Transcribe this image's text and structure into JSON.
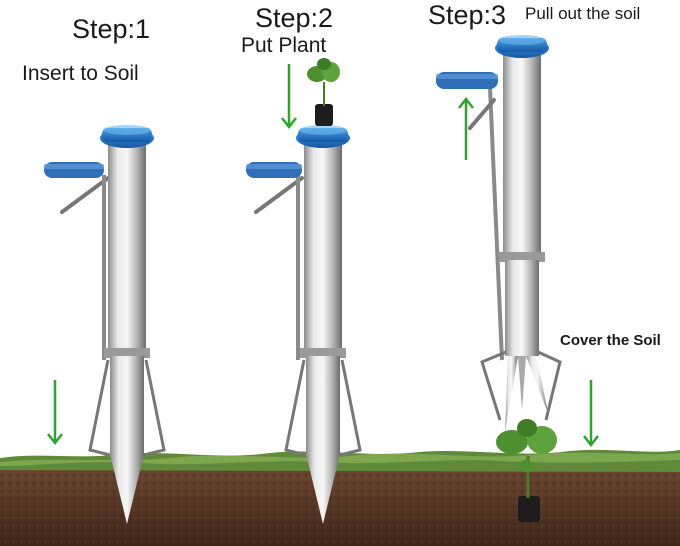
{
  "steps": [
    {
      "title": "Step:1",
      "caption": "Insert to Soil"
    },
    {
      "title": "Step:2",
      "caption": "Put Plant"
    },
    {
      "title": "Step:3",
      "caption": "Pull out the soil"
    }
  ],
  "annotation": "Cover the Soil",
  "colors": {
    "arrow": "#2fa52f",
    "handle": "#2f6fb8",
    "cap": "#1f74c9",
    "soil": "#5a3a26",
    "grass": "#5f8a3a",
    "steel": "#c9c9c9"
  },
  "icons": [
    "down-arrow-icon",
    "up-arrow-icon",
    "seedling-icon",
    "planter-tool-icon"
  ]
}
